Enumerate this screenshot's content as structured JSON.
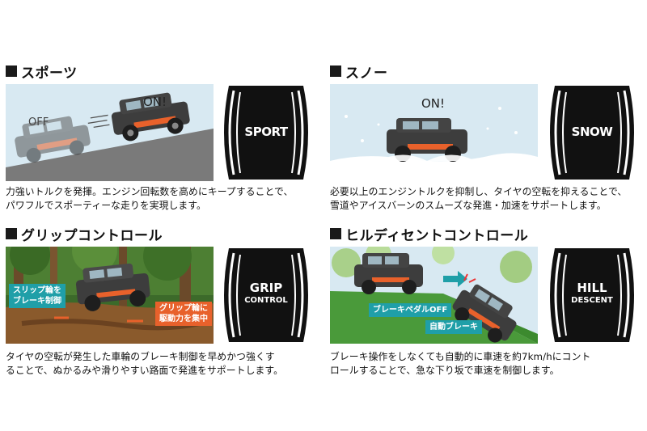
{
  "sport": {
    "title": "スポーツ",
    "on_label": "ON!",
    "off_label": "OFF",
    "badge": "SPORT",
    "desc_lines": [
      "力強いトルクを発揮。エンジン回転数を高めにキープすることで、",
      "パワフルでスポーティーな走りを実現します。"
    ]
  },
  "snow": {
    "title": "スノー",
    "on_label": "ON!",
    "badge": "SNOW",
    "desc_lines": [
      "必要以上のエンジントルクを抑制し、タイヤの空転を抑えることで、",
      "雪道やアイスバーンのスムーズな発進・加速をサポートします。"
    ]
  },
  "grip": {
    "title": "グリップコントロール",
    "badge_line1": "GRIP",
    "badge_line2": "CONTROL",
    "tag_left_line1": "スリップ輪を",
    "tag_left_line2": "ブレーキ制御",
    "tag_right_line1": "グリップ輪に",
    "tag_right_line2": "駆動力を集中",
    "desc_lines": [
      "タイヤの空転が発生した車輪のブレーキ制御を早めかつ強くす",
      "ることで、ぬかるみや滑りやすい路面で発進をサポートします。"
    ]
  },
  "hill": {
    "title": "ヒルディセントコントロール",
    "badge_line1": "HILL",
    "badge_line2": "DESCENT",
    "tag_pedal_off": "ブレーキペダルOFF",
    "tag_auto_brake": "自動ブレーキ",
    "desc_lines": [
      "ブレーキ操作をしなくても自動的に車速を約7km/hにコント",
      "ロールすることで、急な下り坂で車速を制御します。"
    ]
  },
  "colors": {
    "accent_orange": "#e8612b",
    "teal": "#1f9fa8",
    "car_body": "#3d3d3d"
  }
}
